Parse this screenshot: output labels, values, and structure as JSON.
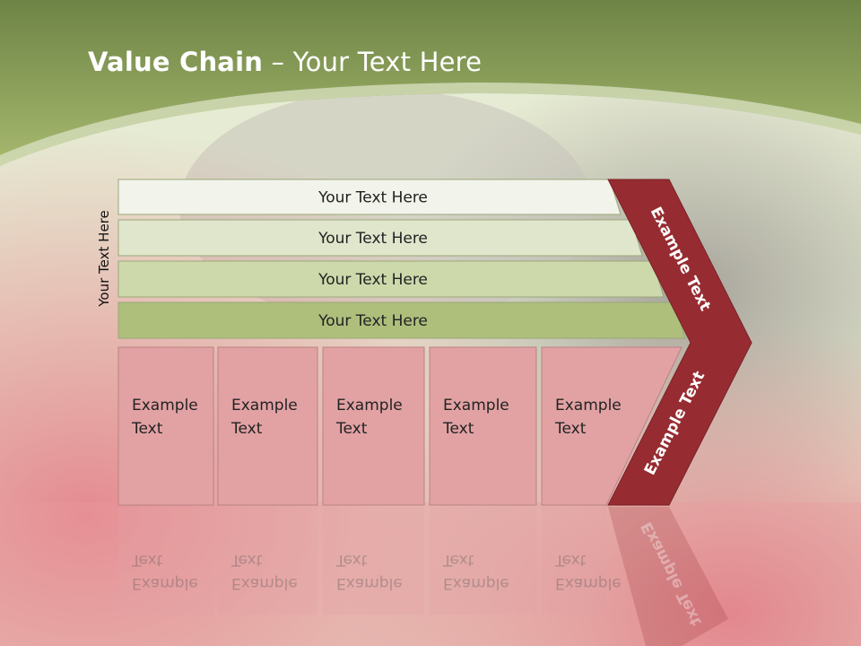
{
  "title": {
    "bold": "Value Chain",
    "rest": " – Your Text Here"
  },
  "side_label": "Your Text Here",
  "bands": [
    {
      "label": "Your Text Here",
      "color": "#f2f3ea"
    },
    {
      "label": "Your Text Here",
      "color": "#e0e6cc"
    },
    {
      "label": "Your Text Here",
      "color": "#cdd9ab"
    },
    {
      "label": "Your Text Here",
      "color": "#aebf7c"
    }
  ],
  "boxes": [
    {
      "line1": "Example",
      "line2": "Text"
    },
    {
      "line1": "Example",
      "line2": "Text"
    },
    {
      "line1": "Example",
      "line2": "Text"
    },
    {
      "line1": "Example",
      "line2": "Text"
    },
    {
      "line1": "Example",
      "line2": "Text"
    }
  ],
  "chevron": {
    "upper": "Example Text",
    "lower": "Example Text",
    "color": "#962c31"
  },
  "colors": {
    "header": "#8fa65a",
    "box": "#e2a2a4",
    "background": "#e7ebd5"
  }
}
